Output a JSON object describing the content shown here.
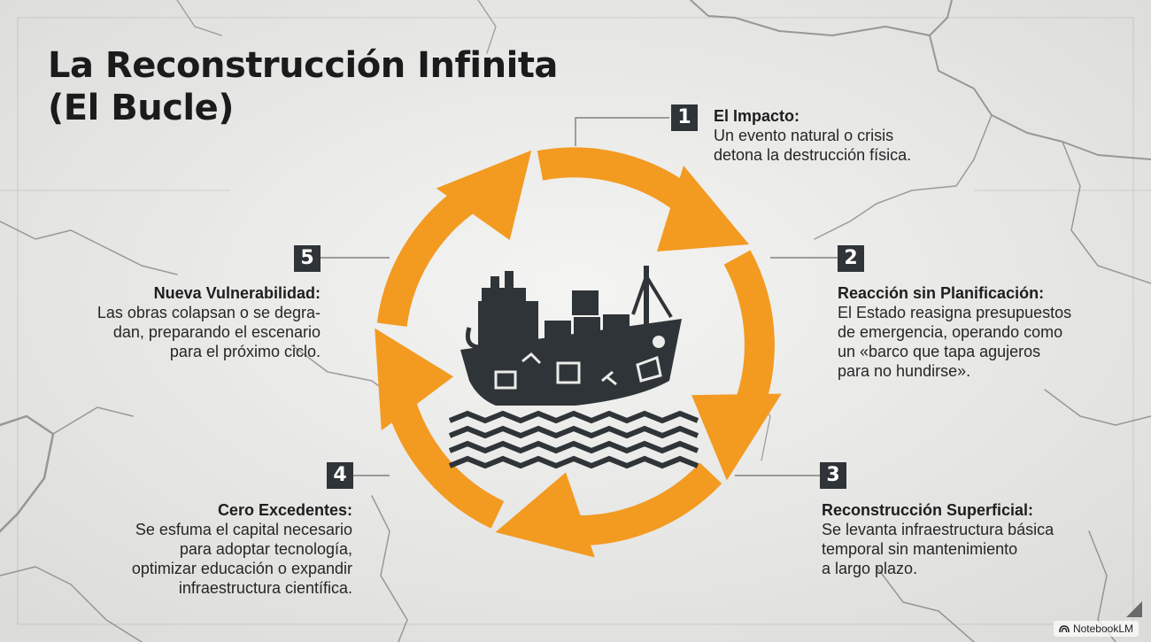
{
  "title": {
    "line1": "La Reconstrucción Infinita",
    "line2": "(El Bucle)"
  },
  "steps": [
    {
      "number": "1",
      "heading": "El Impacto:",
      "lines": [
        "Un evento natural o crisis",
        "detona la destrucción física."
      ]
    },
    {
      "number": "2",
      "heading": "Reacción sin Planificación:",
      "lines": [
        "El Estado reasigna presupuestos",
        "de emergencia, operando como",
        "un «barco que tapa agujeros",
        "para no hundirse»."
      ]
    },
    {
      "number": "3",
      "heading": "Reconstrucción Superficial:",
      "lines": [
        "Se levanta infraestructura básica",
        "temporal sin mantenimiento",
        "a largo plazo."
      ]
    },
    {
      "number": "4",
      "heading": "Cero Excedentes:",
      "lines": [
        "Se esfuma el capital necesario",
        "para adoptar tecnología,",
        "optimizar educación o expandir",
        "infraestructura científica."
      ]
    },
    {
      "number": "5",
      "heading": "Nueva Vulnerabilidad:",
      "lines": [
        "Las obras colapsan o se degra-",
        "dan, preparando el escenario",
        "para el próximo ciclo."
      ]
    }
  ],
  "colors": {
    "arrow": "#f39a21",
    "dark": "#2f3438",
    "background": "#ebebe9"
  },
  "icons": {
    "center": "sinking-patched-ship-icon",
    "brand": "notebooklm-logo-icon"
  },
  "brand": "NotebookLM"
}
